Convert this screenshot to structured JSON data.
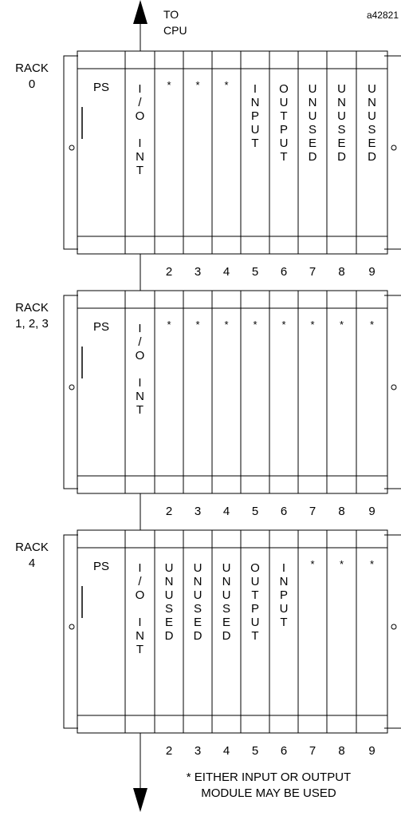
{
  "to_cpu": "TO\nCPU",
  "figure_id": "a42821",
  "footnote": "* EITHER INPUT OR OUTPUT\nMODULE MAY BE USED",
  "slot_numbers": [
    "2",
    "3",
    "4",
    "5",
    "6",
    "7",
    "8",
    "9"
  ],
  "racks": [
    {
      "label": "RACK\n0",
      "ps_label": "PS",
      "io_label": "I/O INT",
      "modules": [
        "*",
        "*",
        "*",
        "INPUT",
        "OUTPUT",
        "UNUSED",
        "UNUSED",
        "UNUSED"
      ]
    },
    {
      "label": "RACK\n1, 2, 3",
      "ps_label": "PS",
      "io_label": "I/O INT",
      "modules": [
        "*",
        "*",
        "*",
        "*",
        "*",
        "*",
        "*",
        "*"
      ]
    },
    {
      "label": "RACK\n4",
      "ps_label": "PS",
      "io_label": "I/O INT",
      "modules": [
        "UNUSED",
        "UNUSED",
        "UNUSED",
        "OUTPUT",
        "INPUT",
        "*",
        "*",
        "*"
      ]
    }
  ]
}
